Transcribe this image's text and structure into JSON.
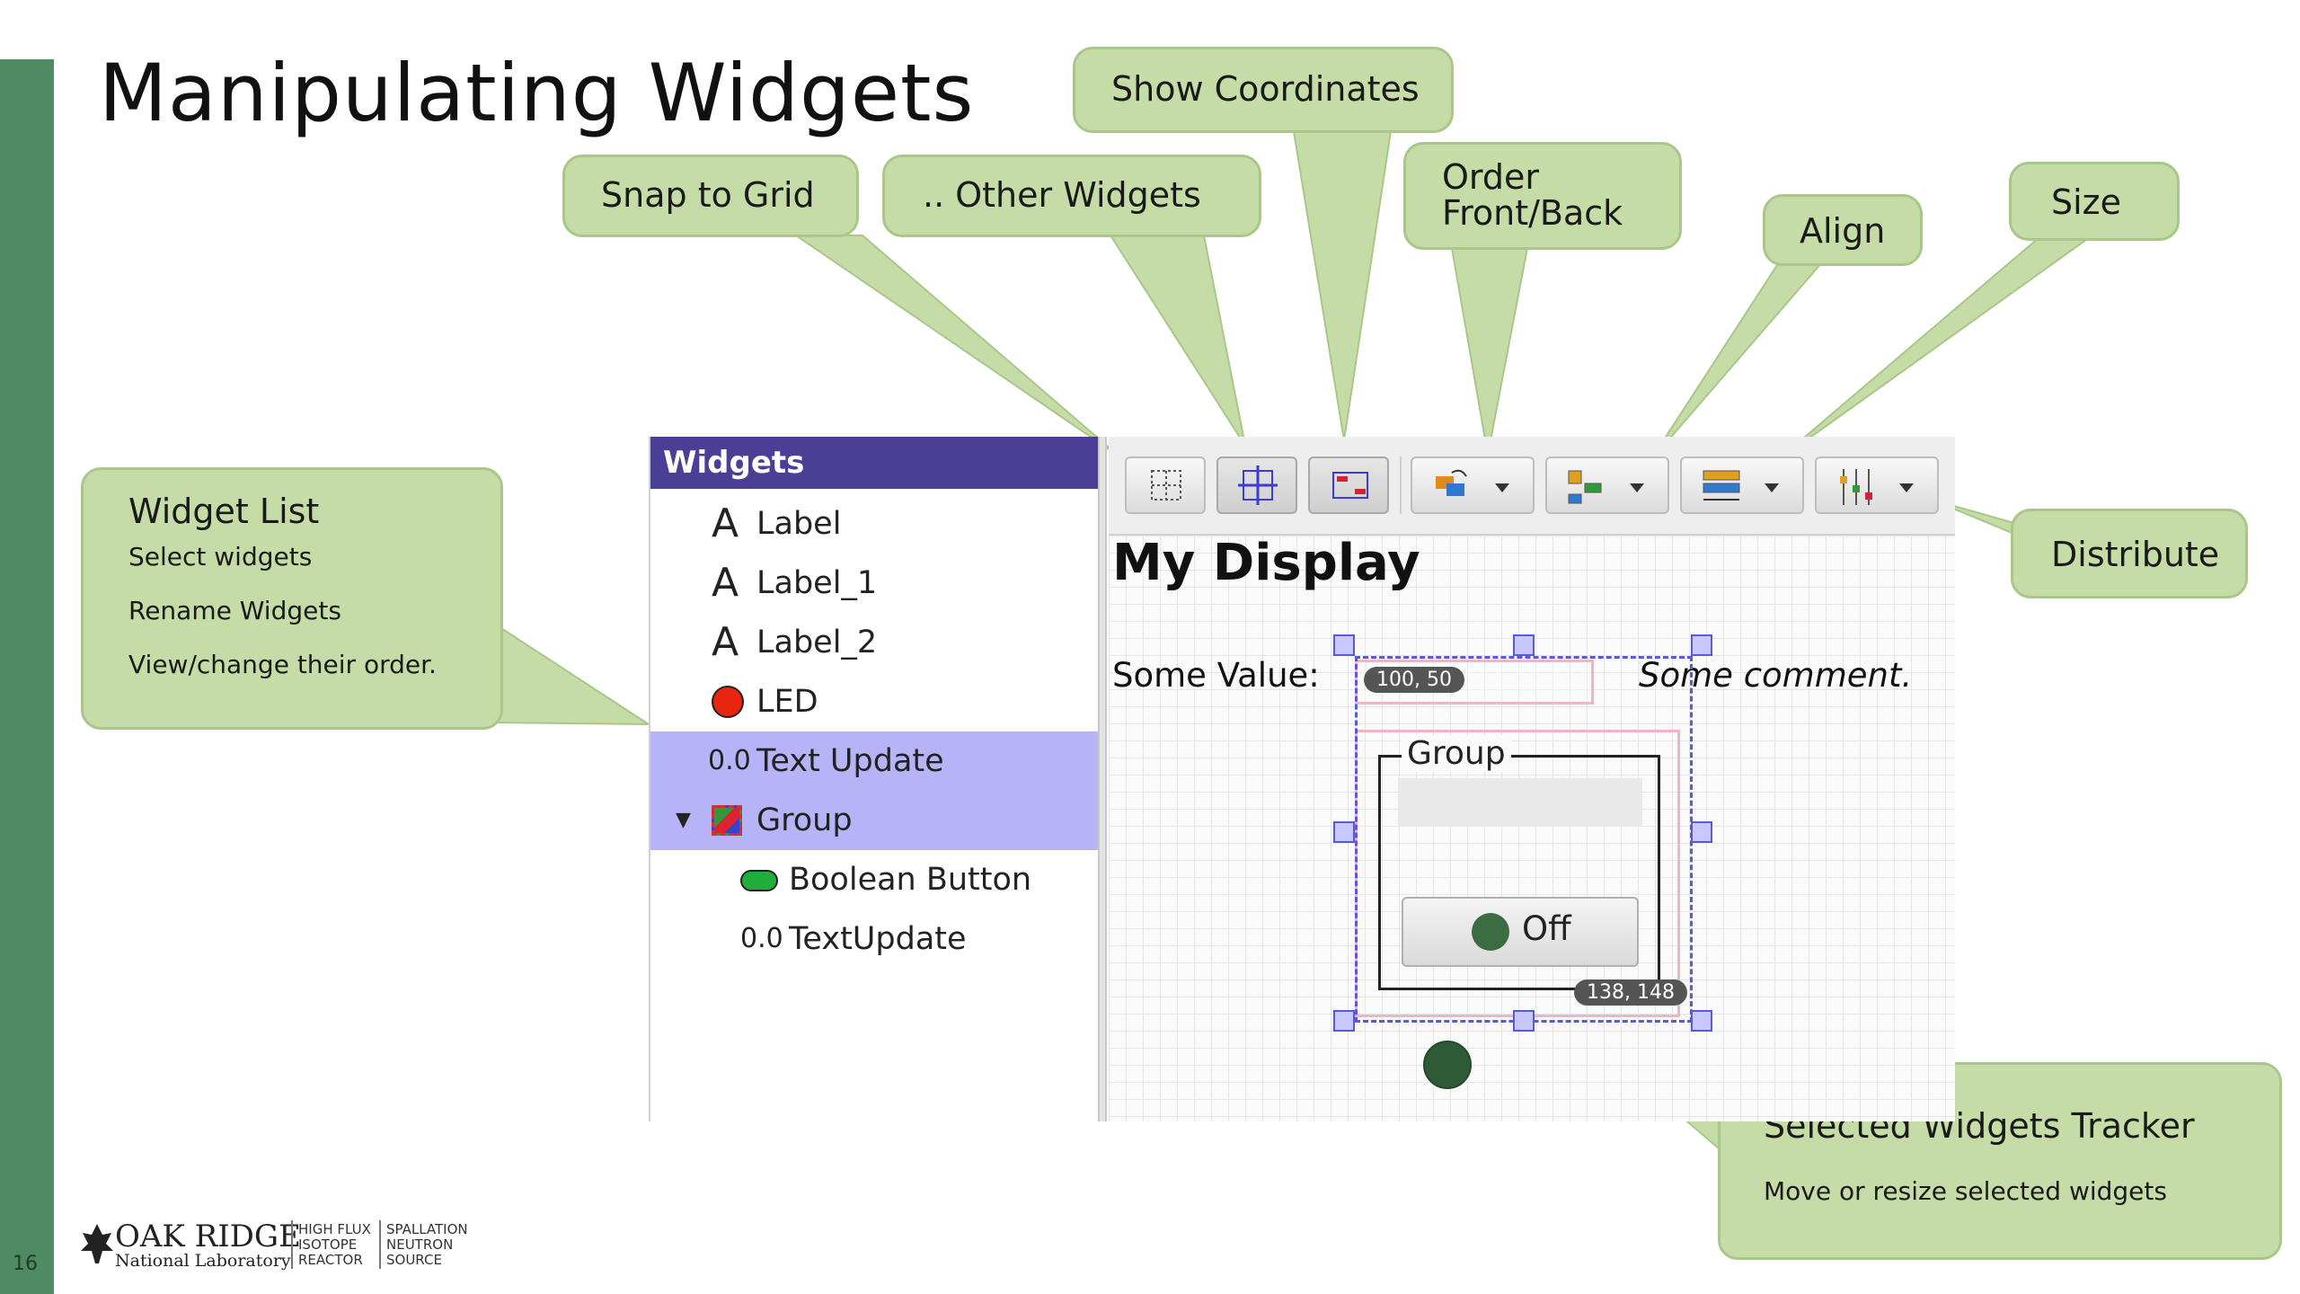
{
  "slide": {
    "title": "Manipulating Widgets",
    "number": "16"
  },
  "callouts": {
    "snap_to_grid": "Snap to Grid",
    "other_widgets": ".. Other Widgets",
    "show_coordinates": "Show Coordinates",
    "order_line1": "Order",
    "order_line2": "Front/Back",
    "align": "Align",
    "size": "Size",
    "distribute": "Distribute",
    "widget_list": {
      "title": "Widget List",
      "items": [
        "Select widgets",
        "Rename Widgets",
        "View/change their order."
      ]
    },
    "tracker": {
      "title": "Selected Widgets Tracker",
      "subtitle": "Move or resize selected widgets"
    }
  },
  "widgets_panel": {
    "header": "Widgets",
    "items": [
      {
        "icon": "label-a-icon",
        "prefix": "A",
        "label": "Label",
        "selected": false
      },
      {
        "icon": "label-a-icon",
        "prefix": "A",
        "label": "Label_1",
        "selected": false
      },
      {
        "icon": "label-a-icon",
        "prefix": "A",
        "label": "Label_2",
        "selected": false
      },
      {
        "icon": "led-icon",
        "prefix": "",
        "label": "LED",
        "selected": false
      },
      {
        "icon": "text-update-icon",
        "prefix": "0.0",
        "label": "Text Update",
        "selected": true
      },
      {
        "icon": "group-icon",
        "prefix": "",
        "label": "Group",
        "selected": true
      },
      {
        "icon": "boolean-button-icon",
        "prefix": "",
        "label": "Boolean Button",
        "selected": false
      },
      {
        "icon": "text-update-icon",
        "prefix": "0.0",
        "label": "TextUpdate",
        "selected": false
      }
    ]
  },
  "toolbar": {
    "buttons": [
      "snap-to-grid",
      "show-grid",
      "show-coordinates",
      "order",
      "align",
      "size",
      "distribute"
    ]
  },
  "display": {
    "title": "My Display",
    "some_value_label": "Some Value:",
    "some_comment": "Some comment.",
    "coord_top_left": "100, 50",
    "coord_bottom_right": "138, 148",
    "group_label": "Group",
    "off_label": "Off"
  },
  "colors": {
    "accent_green": "#4e8a62",
    "callout_fill": "#c5dca6",
    "panel_header": "#4b3e96",
    "selected_row": "#b6b4f6",
    "selection_dash": "#5a5ad8"
  },
  "logo": {
    "name": "OAK RIDGE",
    "subtitle": "National Laboratory",
    "hfir": [
      "HIGH FLUX",
      "ISOTOPE",
      "REACTOR"
    ],
    "sns": [
      "SPALLATION",
      "NEUTRON",
      "SOURCE"
    ]
  }
}
